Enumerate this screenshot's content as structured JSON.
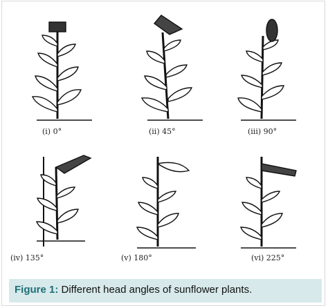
{
  "figure": {
    "panels": [
      {
        "label": "(i) 0°",
        "angle_deg": 0
      },
      {
        "label": "(ii) 45°",
        "angle_deg": 45
      },
      {
        "label": "(iii) 90°",
        "angle_deg": 90
      },
      {
        "label": "(iv) 135°",
        "angle_deg": 135
      },
      {
        "label": "(v) 180°",
        "angle_deg": 180
      },
      {
        "label": "(vi) 225°",
        "angle_deg": 225
      }
    ],
    "caption_label": "Figure 1:",
    "caption_text": " Different head angles of sunflower plants."
  }
}
